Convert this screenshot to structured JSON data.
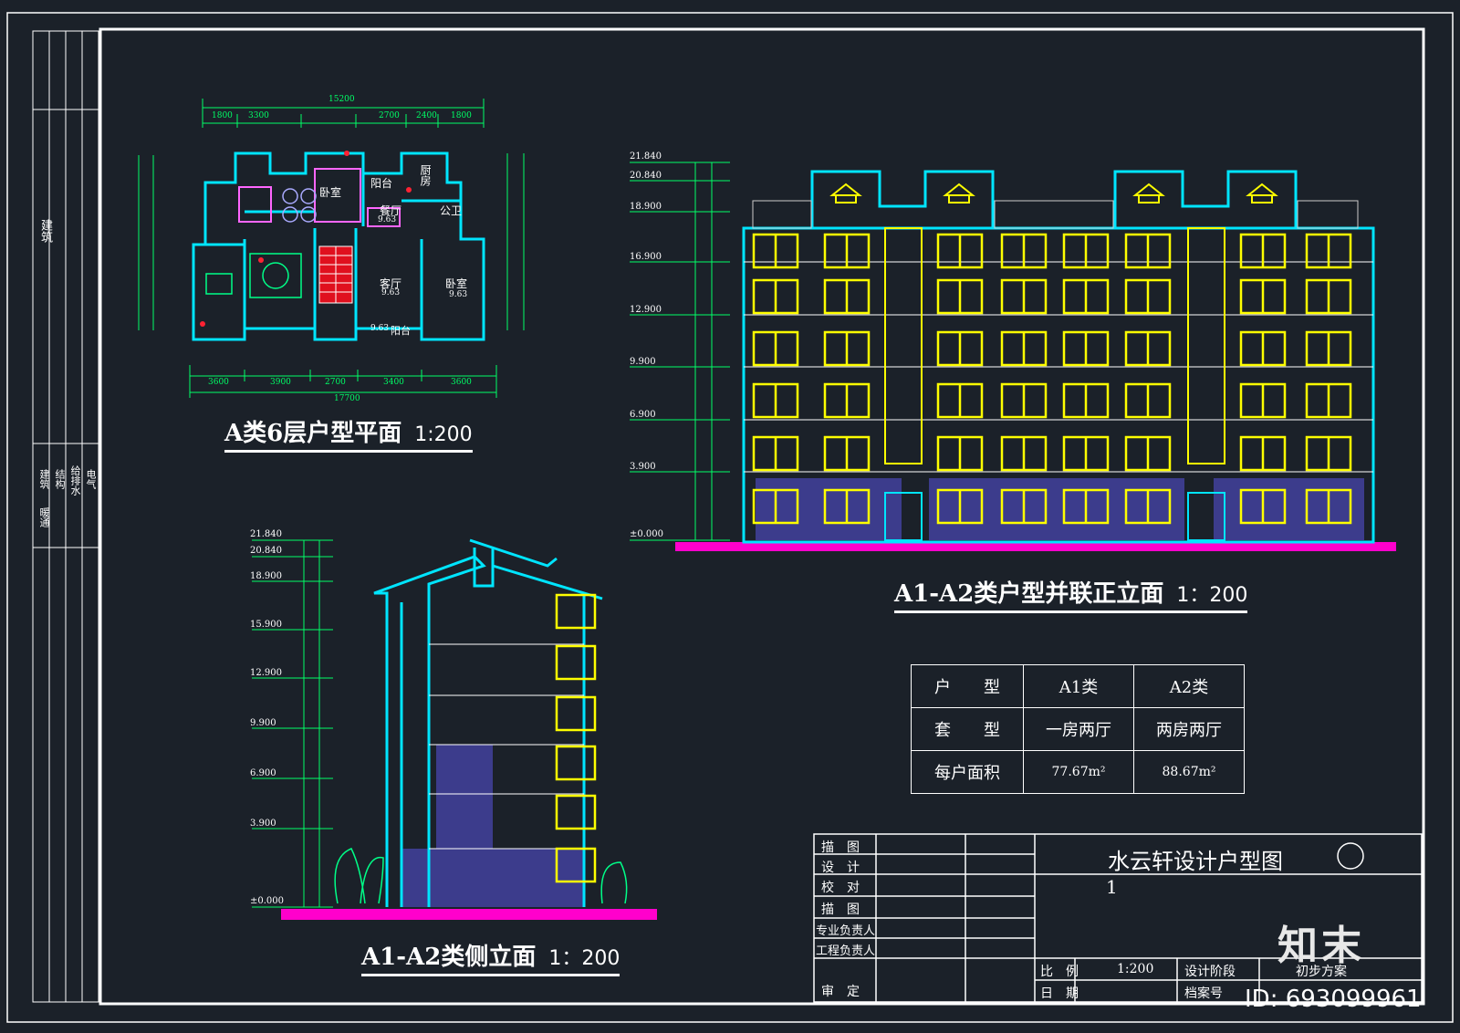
{
  "plan": {
    "title": "A类6层户型平面",
    "scale": "1:200",
    "dims_top_total": "15200",
    "dims_top": [
      "1800",
      "3300",
      "2700",
      "2400",
      "1800"
    ],
    "dims_bottom": [
      "3600",
      "3900",
      "2700",
      "3400",
      "3600"
    ],
    "dims_bottom_total": "17700",
    "rooms": [
      {
        "name": "卧室",
        "area": ""
      },
      {
        "name": "阳台",
        "area": ""
      },
      {
        "name": "厨房",
        "area": ""
      },
      {
        "name": "餐厅",
        "area": "9.63"
      },
      {
        "name": "公卫",
        "area": ""
      },
      {
        "name": "客厅",
        "area": "9.63"
      },
      {
        "name": "卧室",
        "area": "9.63"
      },
      {
        "name": "阳台",
        "area": "9.63"
      }
    ]
  },
  "side": {
    "title": "A1-A2类侧立面",
    "scale": "1：200",
    "levels": [
      "21.840",
      "20.840",
      "18.900",
      "15.900",
      "12.900",
      "9.900",
      "6.900",
      "3.900",
      "±0.000"
    ]
  },
  "front": {
    "title": "A1-A2类户型并联正立面",
    "scale": "1：200",
    "levels": [
      "21.840",
      "20.840",
      "18.900",
      "16.900",
      "12.900",
      "9.900",
      "6.900",
      "3.900",
      "±0.000"
    ]
  },
  "info_table": {
    "rows": [
      [
        "户　　型",
        "A1类",
        "A2类"
      ],
      [
        "套　　型",
        "一房两厅",
        "两房两厅"
      ],
      [
        "每户面积",
        "77.67m²",
        "88.67m²"
      ]
    ]
  },
  "title_block": {
    "roles": [
      "描　图",
      "设　计",
      "校　对",
      "描　图",
      "专业负责人",
      "工程负责人",
      "审　定"
    ],
    "drawing_name": "水云轩设计户型图",
    "sheet_no": "1",
    "scale_label": "比　例",
    "scale_value": "1:200",
    "stage_label": "设计阶段",
    "stage_value": "初步方案",
    "date_label": "日　期",
    "file_label": "档案号"
  },
  "side_strip": {
    "top_label": "建筑",
    "bottom_labels": [
      "建筑",
      "结构",
      "给排水",
      "电气",
      "暖通"
    ]
  },
  "watermark": {
    "brand": "知末",
    "id": "ID: 693099961"
  }
}
